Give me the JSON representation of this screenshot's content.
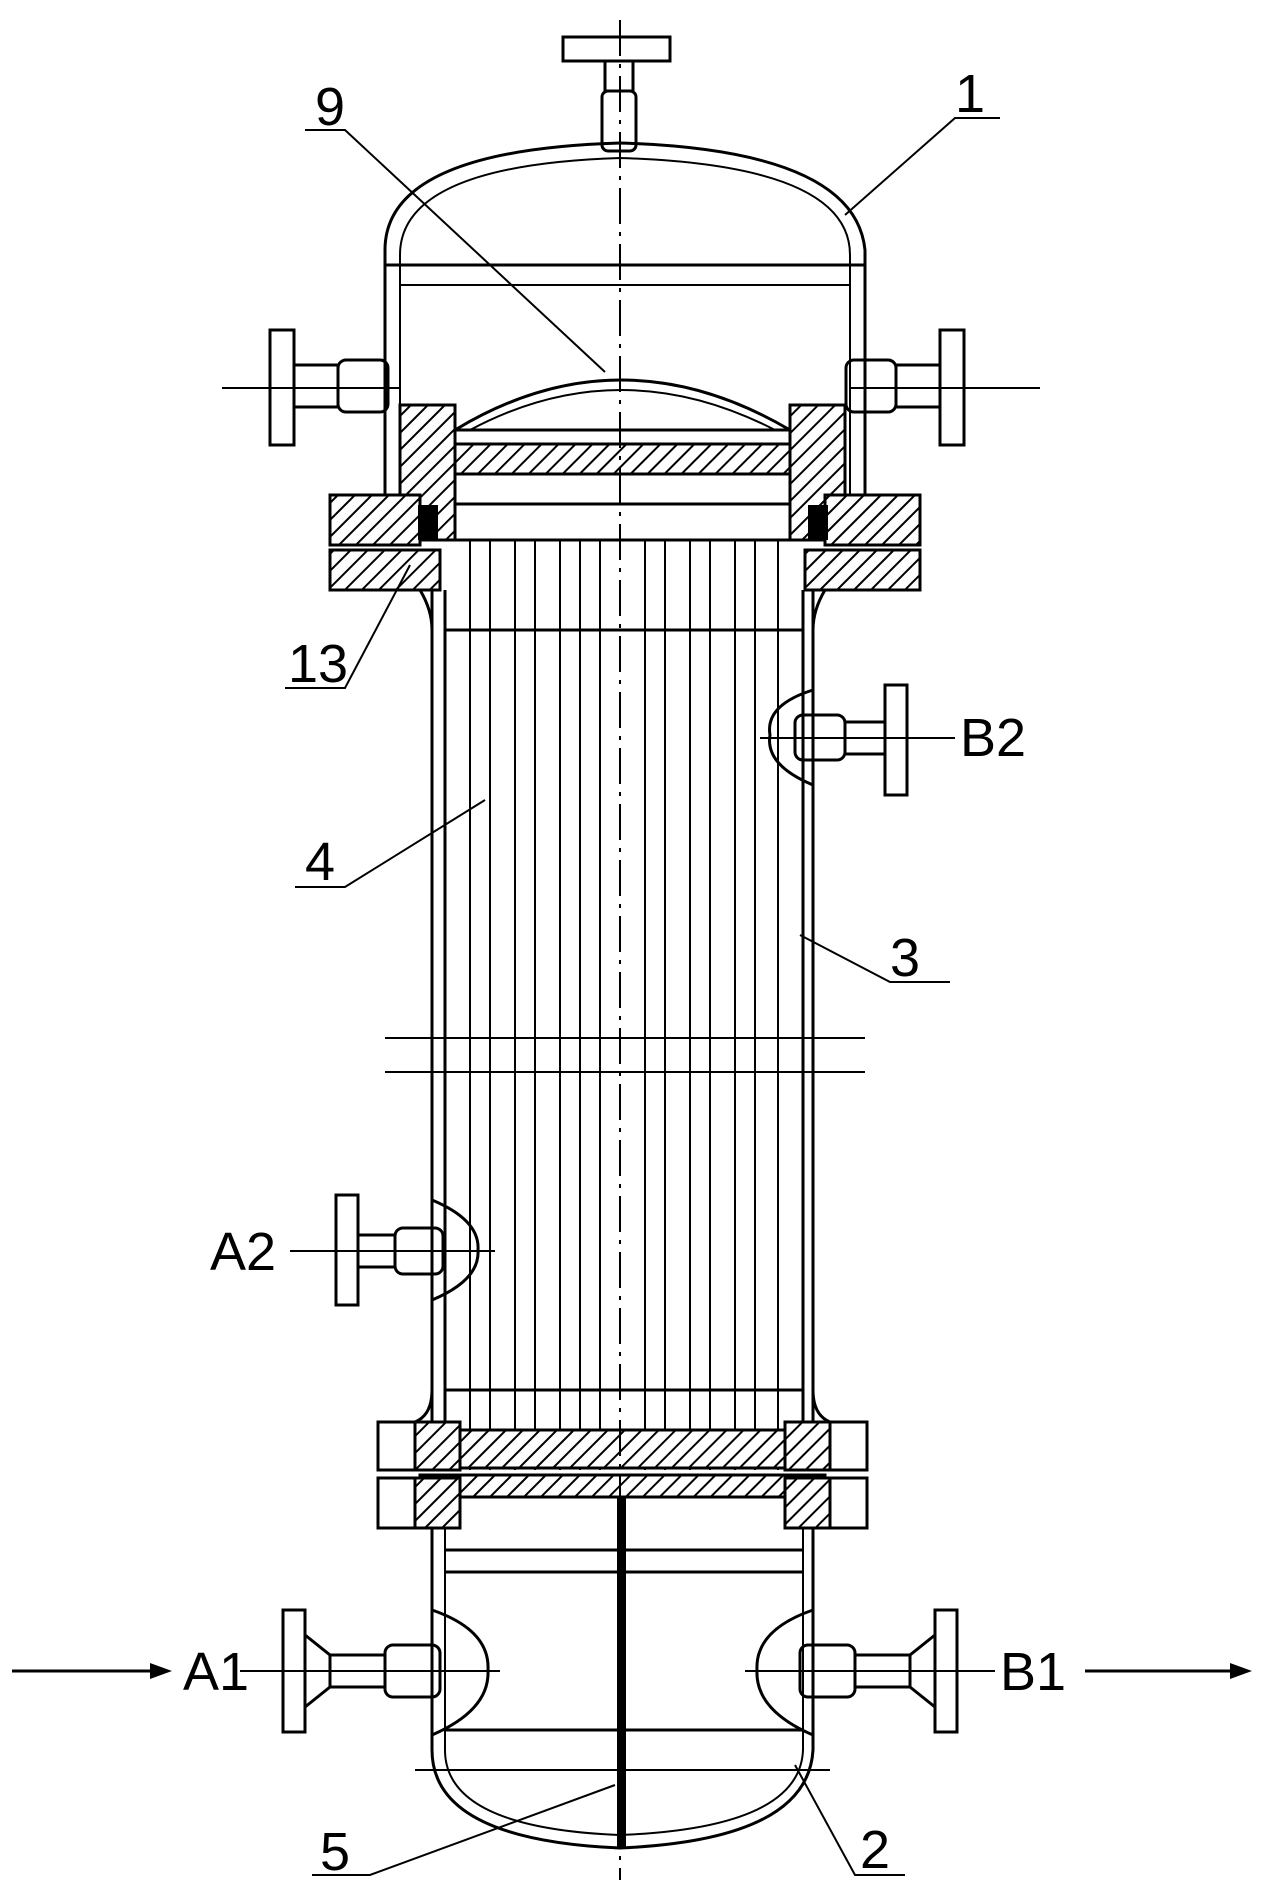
{
  "labels": {
    "part_1": "1",
    "part_2": "2",
    "part_3": "3",
    "part_4": "4",
    "part_5": "5",
    "part_9": "9",
    "part_13": "13",
    "port_a1": "A1",
    "port_a2": "A2",
    "port_b1": "B1",
    "port_b2": "B2"
  }
}
